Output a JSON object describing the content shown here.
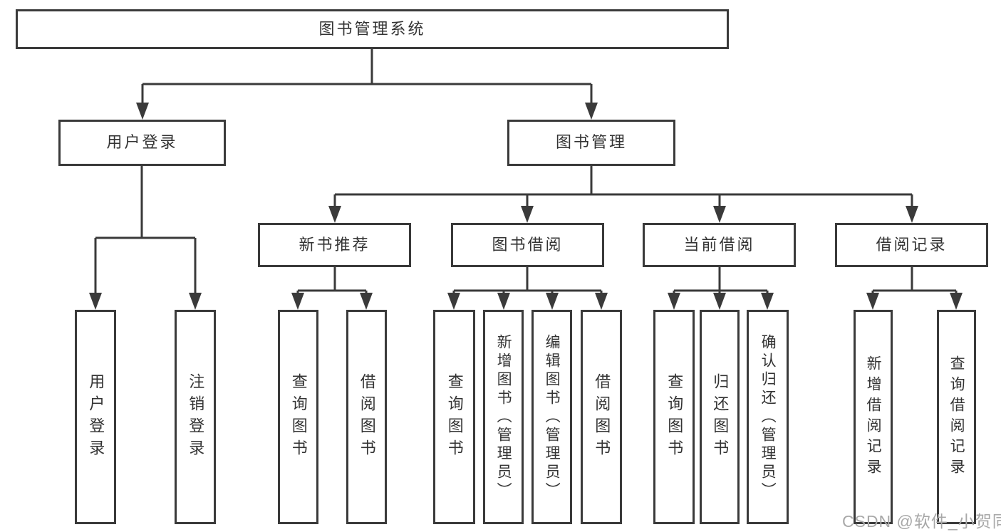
{
  "colors": {
    "line": "#3a3a3a",
    "text": "#333333",
    "box_fill": "#ffffff",
    "watermark": "#a8a8a8",
    "background": "#ffffff"
  },
  "watermark": "CSDN @软件_小贺同学",
  "tree": {
    "root": {
      "label": "图书管理系统"
    },
    "branches": [
      {
        "label": "用户登录",
        "children": [
          {
            "label": "用户登录"
          },
          {
            "label": "注销登录"
          }
        ]
      },
      {
        "label": "图书管理",
        "children": [
          {
            "label": "新书推荐",
            "children": [
              {
                "label": "查询图书"
              },
              {
                "label": "借阅图书"
              }
            ]
          },
          {
            "label": "图书借阅",
            "children": [
              {
                "label": "查询图书"
              },
              {
                "label": "新增图书（管理员）"
              },
              {
                "label": "编辑图书（管理员）"
              },
              {
                "label": "借阅图书"
              }
            ]
          },
          {
            "label": "当前借阅",
            "children": [
              {
                "label": "查询图书"
              },
              {
                "label": "归还图书"
              },
              {
                "label": "确认归还（管理员）"
              }
            ]
          },
          {
            "label": "借阅记录",
            "children": [
              {
                "label": "新增借阅记录"
              },
              {
                "label": "查询借阅记录"
              }
            ]
          }
        ]
      }
    ]
  }
}
